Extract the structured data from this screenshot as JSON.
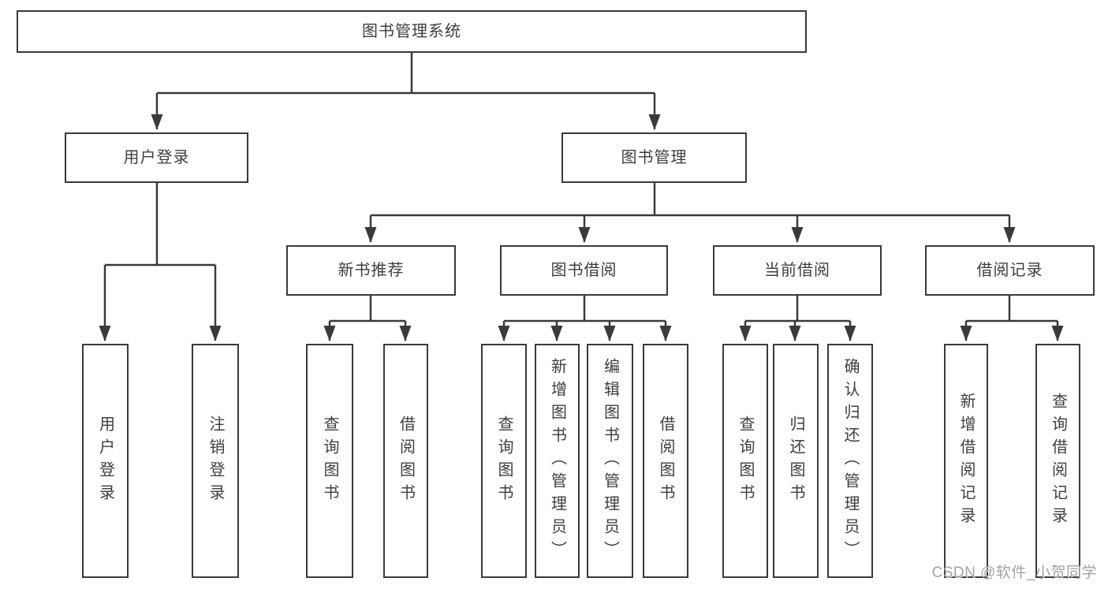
{
  "diagram": {
    "root": {
      "label": "图书管理系统"
    },
    "branches": [
      {
        "label": "用户登录",
        "leaves": [
          {
            "label": "用户登录"
          },
          {
            "label": "注销登录"
          }
        ]
      },
      {
        "label": "图书管理",
        "groups": [
          {
            "label": "新书推荐",
            "leaves": [
              {
                "label": "查询图书"
              },
              {
                "label": "借阅图书"
              }
            ]
          },
          {
            "label": "图书借阅",
            "leaves": [
              {
                "label": "查询图书"
              },
              {
                "label": "新增图书（管理员）"
              },
              {
                "label": "编辑图书（管理员）"
              },
              {
                "label": "借阅图书"
              }
            ]
          },
          {
            "label": "当前借阅",
            "leaves": [
              {
                "label": "查询图书"
              },
              {
                "label": "归还图书"
              },
              {
                "label": "确认归还（管理员）"
              }
            ]
          },
          {
            "label": "借阅记录",
            "leaves": [
              {
                "label": "新增借阅记录"
              },
              {
                "label": "查询借阅记录"
              }
            ]
          }
        ]
      }
    ]
  },
  "watermark": {
    "text": "CSDN @软件_小贺同学"
  },
  "colors": {
    "background": "#ffffff",
    "line": "#3a3a3a",
    "box_border": "#3a3a3a",
    "box_fill": "#ffffff",
    "text": "#3e3e3e",
    "watermark": "#9b9b9b"
  }
}
